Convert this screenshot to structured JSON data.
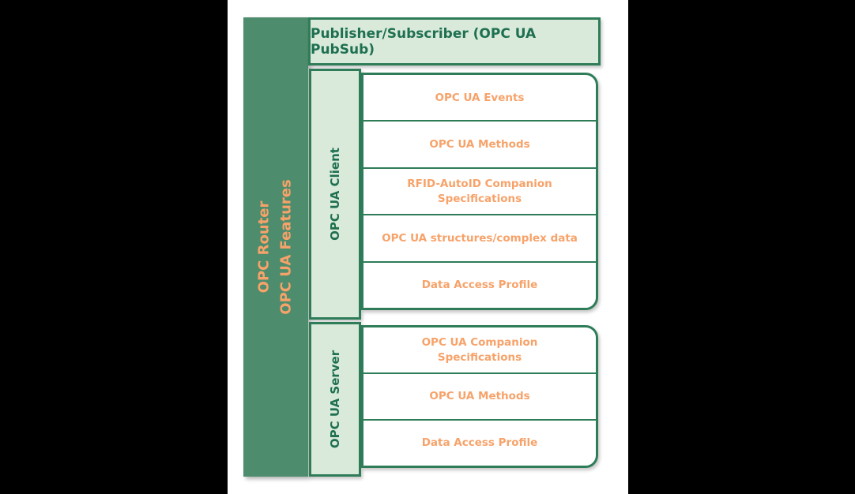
{
  "left_bar": {
    "line1": "OPC Router",
    "line2": "OPC UA Features"
  },
  "header": {
    "label": "Publisher/Subscriber (OPC UA PubSub)"
  },
  "sections": [
    {
      "label": "OPC UA Client",
      "items": [
        "OPC UA Events",
        "OPC UA Methods",
        "RFID-AutoID Companion Specifications",
        "OPC UA structures/complex data",
        "Data Access Profile"
      ]
    },
    {
      "label": "OPC UA Server",
      "items": [
        "OPC UA Companion Specifications",
        "OPC UA Methods",
        "Data Access Profile"
      ]
    }
  ],
  "colors": {
    "page_background": "#000000",
    "canvas_background": "#FFFFFF",
    "bar_green": "#4E8C6E",
    "border_green": "#2E7D58",
    "light_green_fill": "#D9EADB",
    "dark_green_text": "#1F7050",
    "orange_text": "#F7A269"
  }
}
